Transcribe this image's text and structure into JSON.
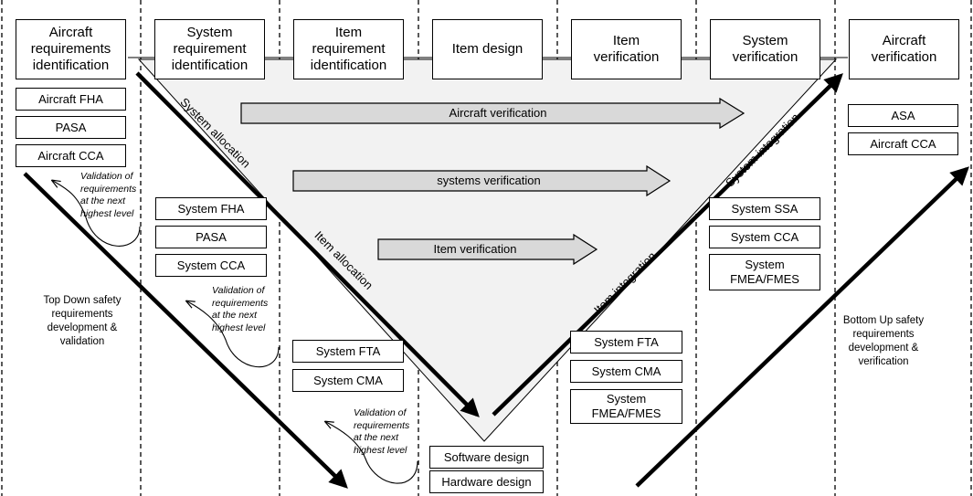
{
  "headers": [
    {
      "text": "Aircraft\nrequirements\nidentification"
    },
    {
      "text": "System\nrequirement\nidentification"
    },
    {
      "text": "Item\nrequirement\nidentification"
    },
    {
      "text": "Item design"
    },
    {
      "text": "Item\nverification"
    },
    {
      "text": "System\nverification"
    },
    {
      "text": "Aircraft\nverification"
    }
  ],
  "aircraft_requirements_boxes": [
    "Aircraft FHA",
    "PASA",
    "Aircraft CCA"
  ],
  "system_requirement_boxes": [
    "System FHA",
    "PASA",
    "System CCA"
  ],
  "item_requirement_boxes": [
    "System FTA",
    "System CMA"
  ],
  "item_design_boxes": [
    "Software design",
    "Hardware design"
  ],
  "item_verification_boxes": [
    "System FTA",
    "System CMA",
    "System\nFMEA/FMES"
  ],
  "system_verification_boxes": [
    "System SSA",
    "System CCA",
    "System\nFMEA/FMES"
  ],
  "aircraft_verification_boxes": [
    "ASA",
    "Aircraft CCA"
  ],
  "verification_arrows": [
    "Aircraft verification",
    "systems verification",
    "Item verification"
  ],
  "diagonal_labels": {
    "system_allocation": "System allocation",
    "item_allocation": "Item allocation",
    "item_integration": "Item integration",
    "system_integration": "System integration"
  },
  "validation_note": "Validation of\nrequirements\nat the next\nhighest level",
  "top_down_label": "Top Down safety\nrequirements\ndevelopment &\nvalidation",
  "bottom_up_label": "Bottom Up safety\nrequirements\ndevelopment &\nverification"
}
